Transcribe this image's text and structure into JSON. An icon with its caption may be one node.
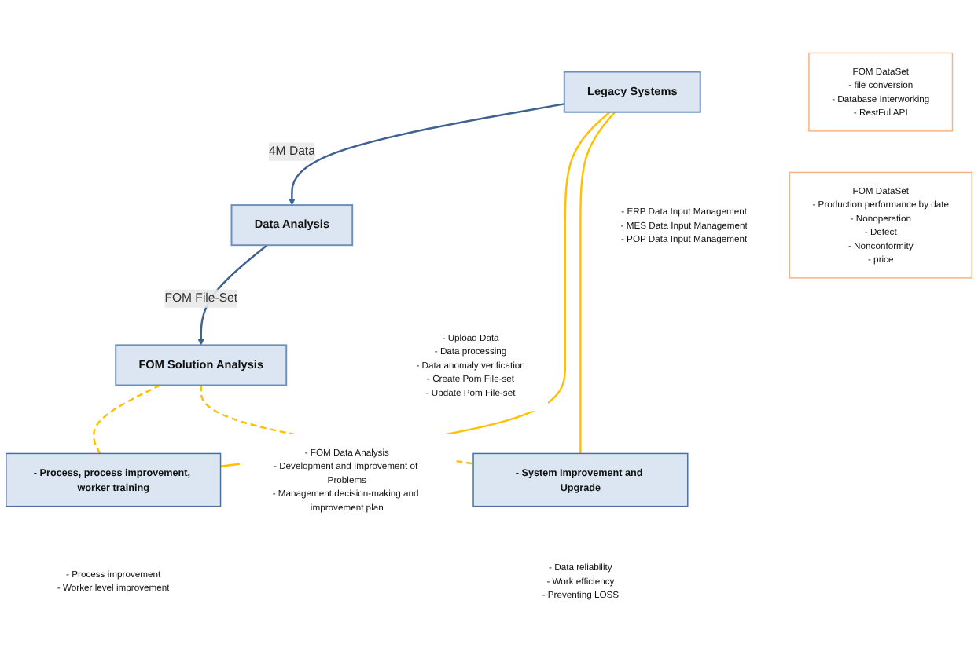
{
  "diagram": {
    "nodes": [
      {
        "text": [
          "Legacy Systems"
        ],
        "beside": [
          "- ERP Data Input Management",
          "- MES Data Input Management",
          "- POP Data Input Management"
        ]
      },
      {
        "text": [
          "Data Analysis"
        ],
        "beside": [
          "- Upload Data",
          "- Data processing",
          "- Data anomaly verification",
          "- Create Pom File-set",
          "- Update Pom File-set"
        ]
      },
      {
        "text": [
          "FOM Solution Analysis"
        ],
        "beside": [
          "- FOM Data Analysis",
          "- Development and Improvement of Problems",
          "- Management decision-making and improvement plan"
        ]
      },
      {
        "text": [
          "FOM DataSet",
          "- file conversion",
          "- Database Interworking",
          "- RestFul API"
        ]
      },
      {
        "text": [
          "FOM DataSet",
          "- Production performance by date",
          "- Nonoperation",
          "- Defect",
          "- Nonconformity",
          "- price"
        ]
      },
      {
        "text": [
          "- Process, process improvement, worker training"
        ],
        "beside": [
          "- Process improvement",
          "- Worker level improvement"
        ]
      },
      {
        "text": [
          "- System Improvement and Upgrade"
        ],
        "beside": [
          "- Data reliability",
          "- Work efficiency",
          "- Preventing LOSS"
        ]
      }
    ],
    "edges": [
      {
        "from": 0,
        "to": 1,
        "arrow": "to",
        "label": "4M Data",
        "color": "#3f6190"
      },
      {
        "from": 1,
        "to": 2,
        "arrow": "to",
        "label": "FOM File-Set",
        "color": "#3f6190"
      },
      {
        "from": 0,
        "to": 5,
        "arrow": "none",
        "color": "#ffc000"
      },
      {
        "from": 0,
        "to": 6,
        "arrow": "none",
        "color": "#ffc000"
      },
      {
        "from": 2,
        "to": 5,
        "arrow": "none",
        "style": "dashed",
        "color": "#ffc000"
      },
      {
        "from": 2,
        "to": 6,
        "arrow": "none",
        "style": "dashed",
        "color": "#ffc000"
      }
    ]
  }
}
